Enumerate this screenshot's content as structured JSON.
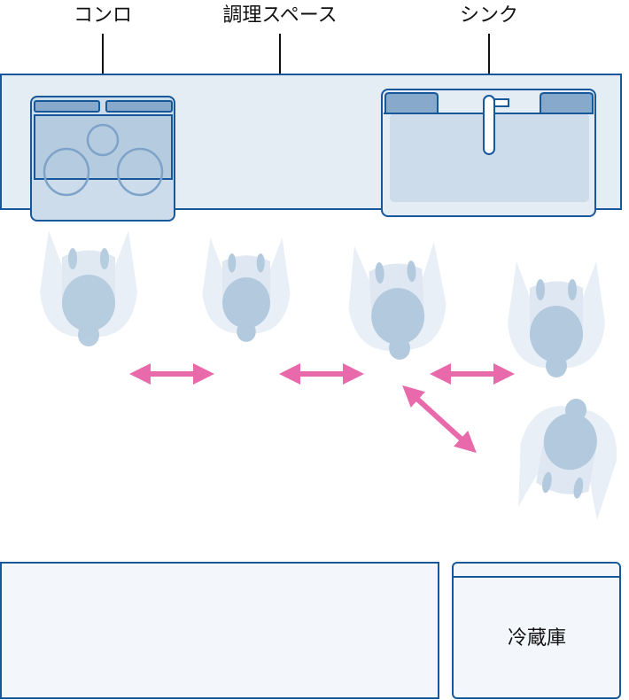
{
  "labels": {
    "stove": "コンロ",
    "prep_space": "調理スペース",
    "sink": "シンク",
    "fridge": "冷蔵庫"
  },
  "colors": {
    "outline": "#17589a",
    "counter": "#e4ecf4",
    "stove_top": "#b5cbe0",
    "panel": "#86a9cc",
    "arrow": "#e86aaa",
    "person_head": "#b3cade",
    "person_body": "#e6edf5"
  }
}
